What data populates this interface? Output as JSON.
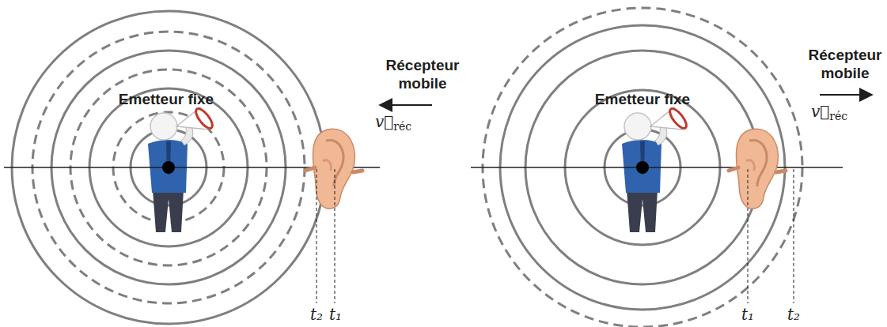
{
  "diagram": {
    "labels": [
      "Récepteur mobile",
      "v⃗réc",
      "Emetteur fixe",
      "t₂",
      "t₁",
      "Emetteur fixe",
      "Récepteur mobile",
      "v⃗réc",
      "t₁",
      "t₂"
    ]
  }
}
